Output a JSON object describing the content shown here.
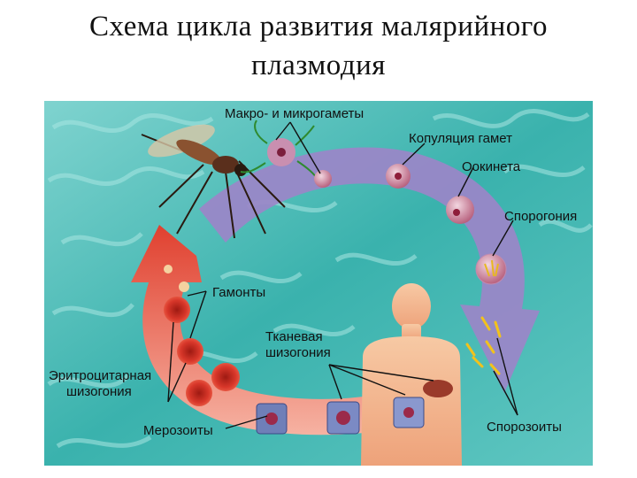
{
  "title": {
    "line1": "Схема цикла развития малярийного",
    "line2": "плазмодия"
  },
  "labels": {
    "gametes": "Макро- и микрогаметы",
    "copulation": "Копуляция гамет",
    "ookinete": "Оокинета",
    "sporogony": "Спорогония",
    "gamonts": "Гамонты",
    "tissue_line1": "Тканевая",
    "tissue_line2": "шизогония",
    "erythro_line1": "Эритроцитарная",
    "erythro_line2": "шизогония",
    "merozoites": "Мерозоиты",
    "sporozoites": "Спорозоиты"
  },
  "colors": {
    "background": "#3fb9b4",
    "ring_purple": "#9b86c8",
    "ring_red": "#e2473a",
    "human": "#f3b78f"
  }
}
